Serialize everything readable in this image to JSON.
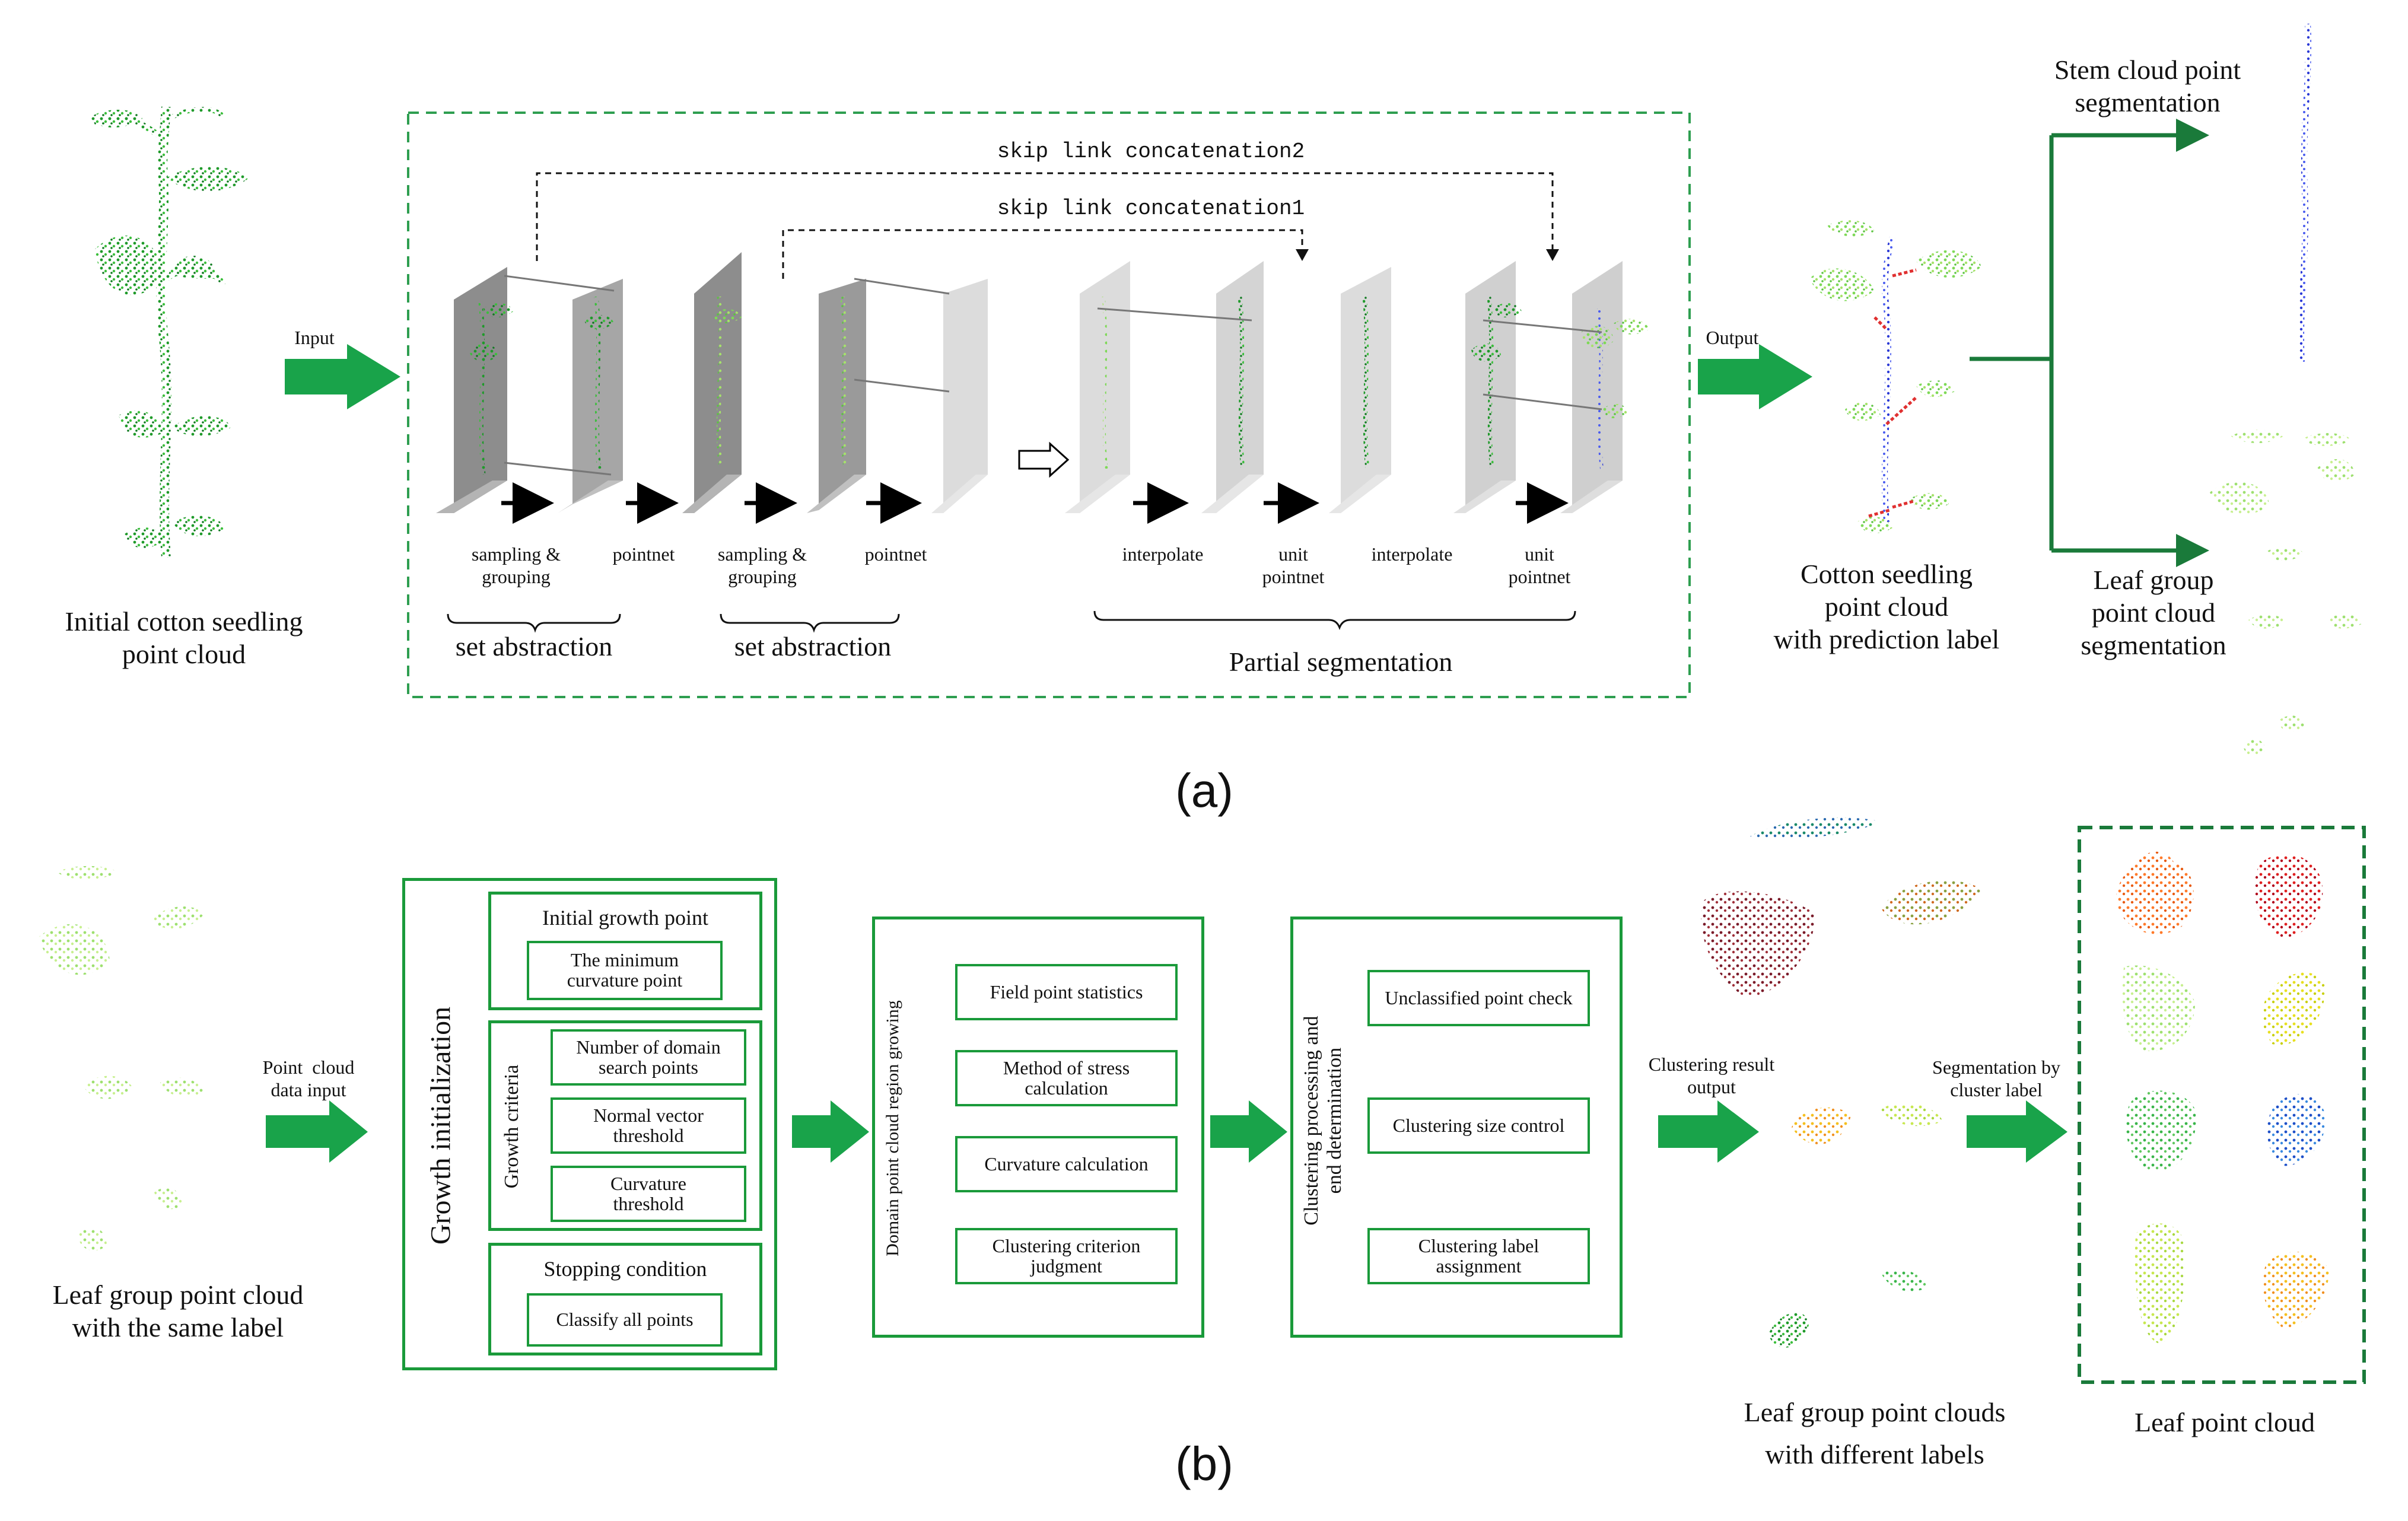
{
  "colors": {
    "green": "#1a9a3a",
    "arrow_green": "#19a34a",
    "dashed_green": "#2e9e50",
    "stem_blue": "#3040d0",
    "link_red": "#e03030"
  },
  "panel_a": {
    "caption": "(a)",
    "input_title": "Initial cotton seedling\npoint cloud",
    "input_arrow_label": "Input",
    "skip_link_2": "skip link concatenation2",
    "skip_link_1": "skip link concatenation1",
    "step_labels": [
      "sampling &\ngrouping",
      "pointnet",
      "sampling &\ngrouping",
      "pointnet",
      "interpolate",
      "unit\npointnet",
      "interpolate",
      "unit\npointnet"
    ],
    "group_labels": [
      "set abstraction",
      "set abstraction",
      "Partial segmentation"
    ],
    "output_arrow_label": "Output",
    "prediction_label": "Cotton seedling\npoint cloud\nwith prediction label",
    "stem_label": "Stem cloud point\nsegmentation",
    "leaf_label": "Leaf group\npoint cloud\nsegmentation"
  },
  "panel_b": {
    "caption": "(b)",
    "input_title": "Leaf group point cloud\nwith the same label",
    "input_arrow_label": "Point  cloud\ndata input",
    "growth_init": {
      "title": "Growth initialization",
      "initial_point_title": "Initial growth point",
      "initial_point_item": "The minimum\ncurvature point",
      "criteria_title": "Growth criteria",
      "criteria_items": [
        "Number of domain\nsearch points",
        "Normal vector\nthreshold",
        "Curvature\nthreshold"
      ],
      "stop_title": "Stopping condition",
      "stop_item": "Classify all points"
    },
    "region_growing": {
      "title": "Domain point cloud region growing",
      "items": [
        "Field point statistics",
        "Method of stress\ncalculation",
        "Curvature calculation",
        "Clustering criterion\njudgment"
      ]
    },
    "clustering": {
      "title": "Clustering processing and\nend determination",
      "items": [
        "Unclassified point check",
        "Clustering size control",
        "Clustering label\nassignment"
      ]
    },
    "cluster_output_label": "Clustering result\noutput",
    "different_labels_title": "Leaf group point clouds\nwith different labels",
    "segmentation_label": "Segmentation by\ncluster label",
    "leaf_cloud_title": "Leaf point cloud"
  }
}
